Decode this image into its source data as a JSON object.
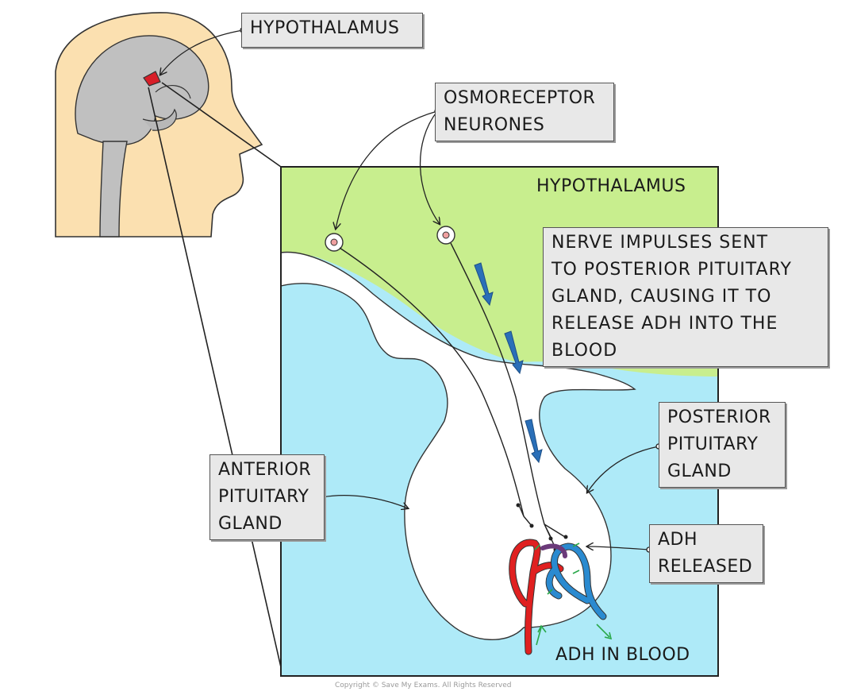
{
  "labels": {
    "hypothalamus_callout": "HYPOTHALAMUS",
    "osmoreceptor": [
      "OSMORECEPTOR",
      "NEURONES"
    ],
    "region_hypothalamus": "HYPOTHALAMUS",
    "nerve_impulses": [
      "NERVE IMPULSES SENT",
      "TO POSTERIOR PITUITARY",
      "GLAND, CAUSING IT TO",
      "RELEASE ADH INTO THE",
      "BLOOD"
    ],
    "posterior": [
      "POSTERIOR",
      "PITUITARY",
      "GLAND"
    ],
    "anterior": [
      "ANTERIOR",
      "PITUITARY",
      "GLAND"
    ],
    "adh_released": [
      "ADH",
      "RELEASED"
    ],
    "adh_in_blood": "ADH IN BLOOD"
  },
  "copyright": "Copyright © Save My Exams. All Rights Reserved",
  "colors": {
    "skin": "#fbe0b0",
    "brain": "#c0c0c0",
    "hypothalamus_region": "#c8ee8e",
    "fluid": "#aeeaf8",
    "artery": "#e02020",
    "vein": "#2a8ad0",
    "impulse_arrow": "#2a6fb8",
    "adh_arrow": "#2aa84a",
    "label_bg": "#e8e8e8"
  }
}
